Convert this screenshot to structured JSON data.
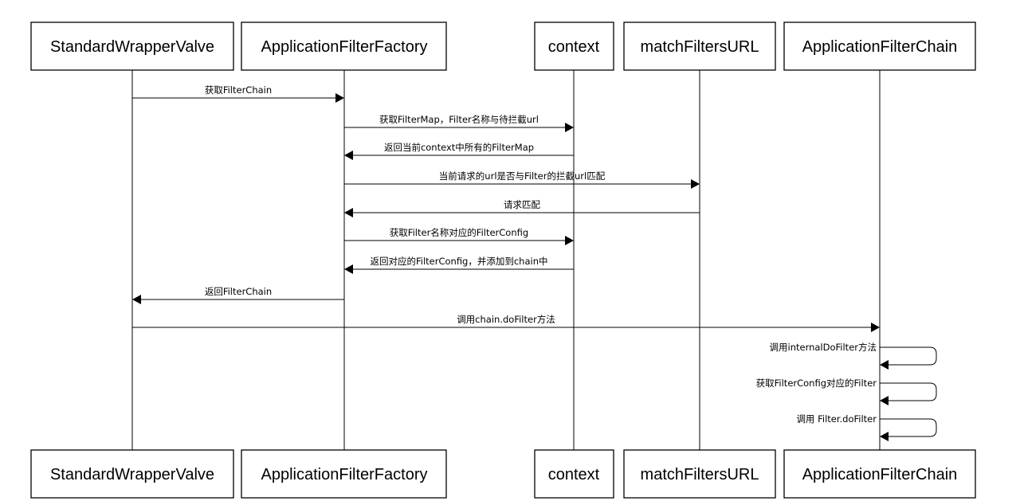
{
  "participants": [
    {
      "id": "swv",
      "label": "StandardWrapperValve"
    },
    {
      "id": "aff",
      "label": "ApplicationFilterFactory"
    },
    {
      "id": "ctx",
      "label": "context"
    },
    {
      "id": "mfu",
      "label": "matchFiltersURL"
    },
    {
      "id": "afc",
      "label": "ApplicationFilterChain"
    }
  ],
  "messages": [
    {
      "from": "swv",
      "to": "aff",
      "label": "获取FilterChain"
    },
    {
      "from": "aff",
      "to": "ctx",
      "label": "获取FilterMap，Filter名称与待拦截url"
    },
    {
      "from": "ctx",
      "to": "aff",
      "label": "返回当前context中所有的FilterMap"
    },
    {
      "from": "aff",
      "to": "mfu",
      "label": "当前请求的url是否与Filter的拦截url匹配"
    },
    {
      "from": "mfu",
      "to": "aff",
      "label": "请求匹配"
    },
    {
      "from": "aff",
      "to": "ctx",
      "label": "获取Filter名称对应的FilterConfig"
    },
    {
      "from": "ctx",
      "to": "aff",
      "label": "返回对应的FilterConfig，并添加到chain中"
    },
    {
      "from": "aff",
      "to": "swv",
      "label": "返回FilterChain"
    },
    {
      "from": "swv",
      "to": "afc",
      "label": "调用chain.doFilter方法"
    },
    {
      "from": "afc",
      "to": "afc",
      "label": "调用internalDoFilter方法"
    },
    {
      "from": "afc",
      "to": "afc",
      "label": "获取FilterConfig对应的Filter"
    },
    {
      "from": "afc",
      "to": "afc",
      "label": "调用 Filter.doFilter"
    }
  ]
}
